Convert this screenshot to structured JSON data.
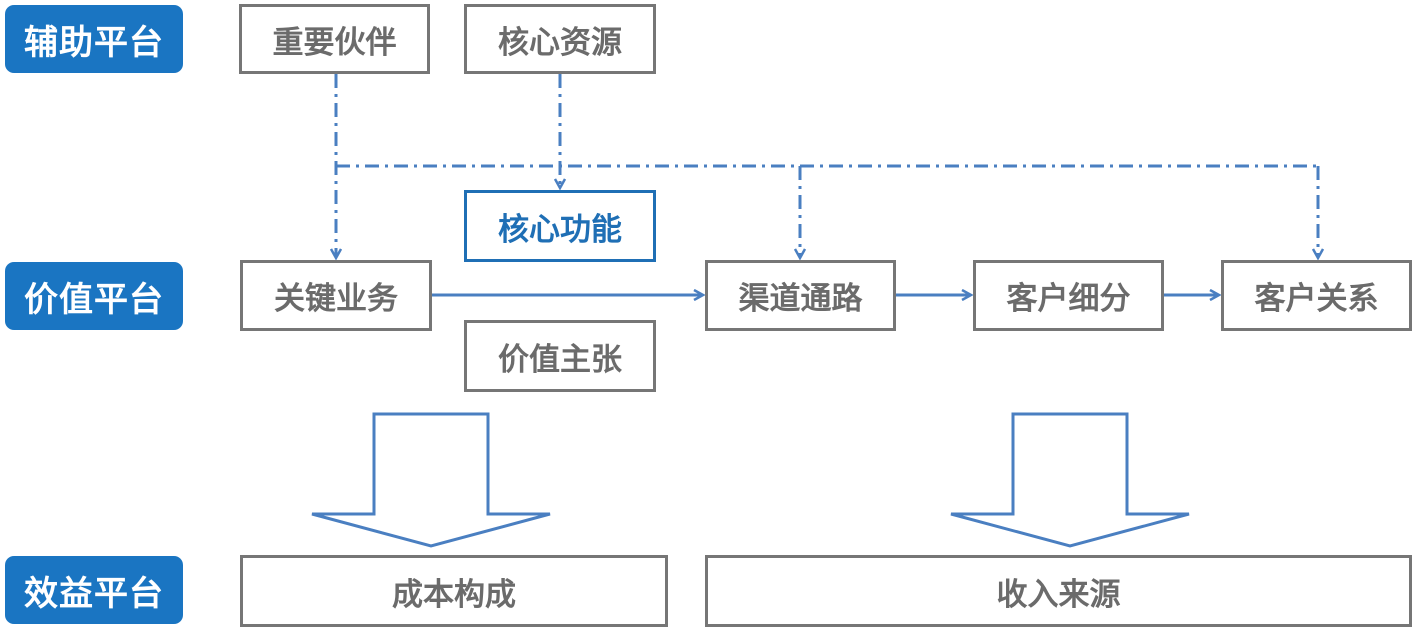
{
  "platforms": {
    "auxiliary": "辅助平台",
    "value": "价值平台",
    "benefit": "效益平台"
  },
  "nodes": {
    "key_partners": "重要伙伴",
    "key_resources": "核心资源",
    "core_function": "核心功能",
    "key_activities": "关键业务",
    "value_proposition": "价值主张",
    "channels": "渠道通路",
    "customer_segments": "客户细分",
    "customer_relationships": "客户关系",
    "cost_structure": "成本构成",
    "revenue_streams": "收入来源"
  },
  "colors": {
    "platform_tag": "#1a75c2",
    "connector": "#4a7fc1",
    "box_border": "#767676",
    "box_text": "#6b6b6b",
    "highlight": "#1f6fb5"
  }
}
